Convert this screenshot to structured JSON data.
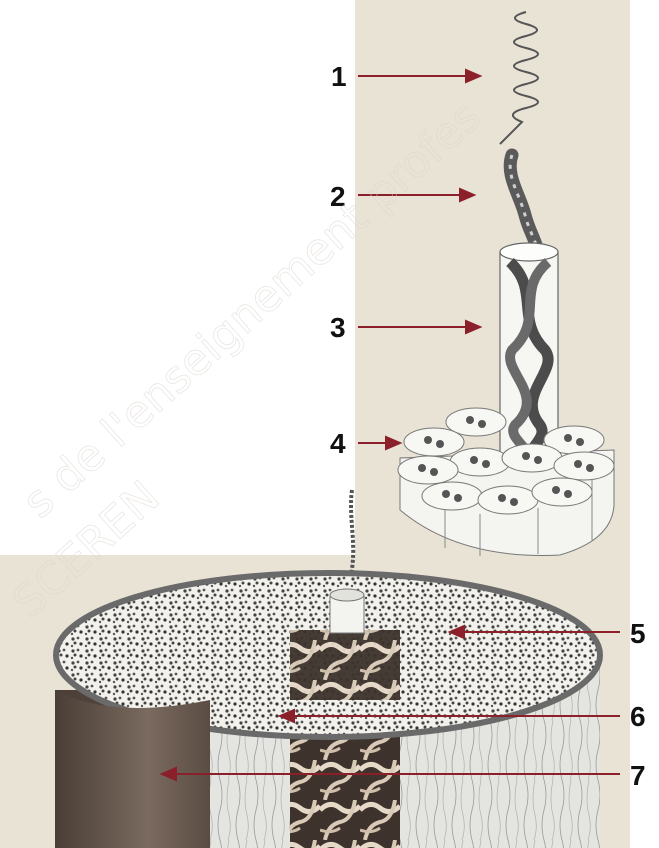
{
  "figure": {
    "labels": [
      "1",
      "2",
      "3",
      "4",
      "5",
      "6",
      "7"
    ],
    "watermark": {
      "line1": "s de l'enseignement profes",
      "line2": "SCEREN"
    },
    "colors": {
      "panel": "#e9e3d6",
      "arrow": "#8b1f2a",
      "fiber_light": "#f5f5f2",
      "fiber_dark": "#3a3a3a",
      "bone_outer": "#6b5e55",
      "spongy": "#d8cbbd"
    }
  }
}
